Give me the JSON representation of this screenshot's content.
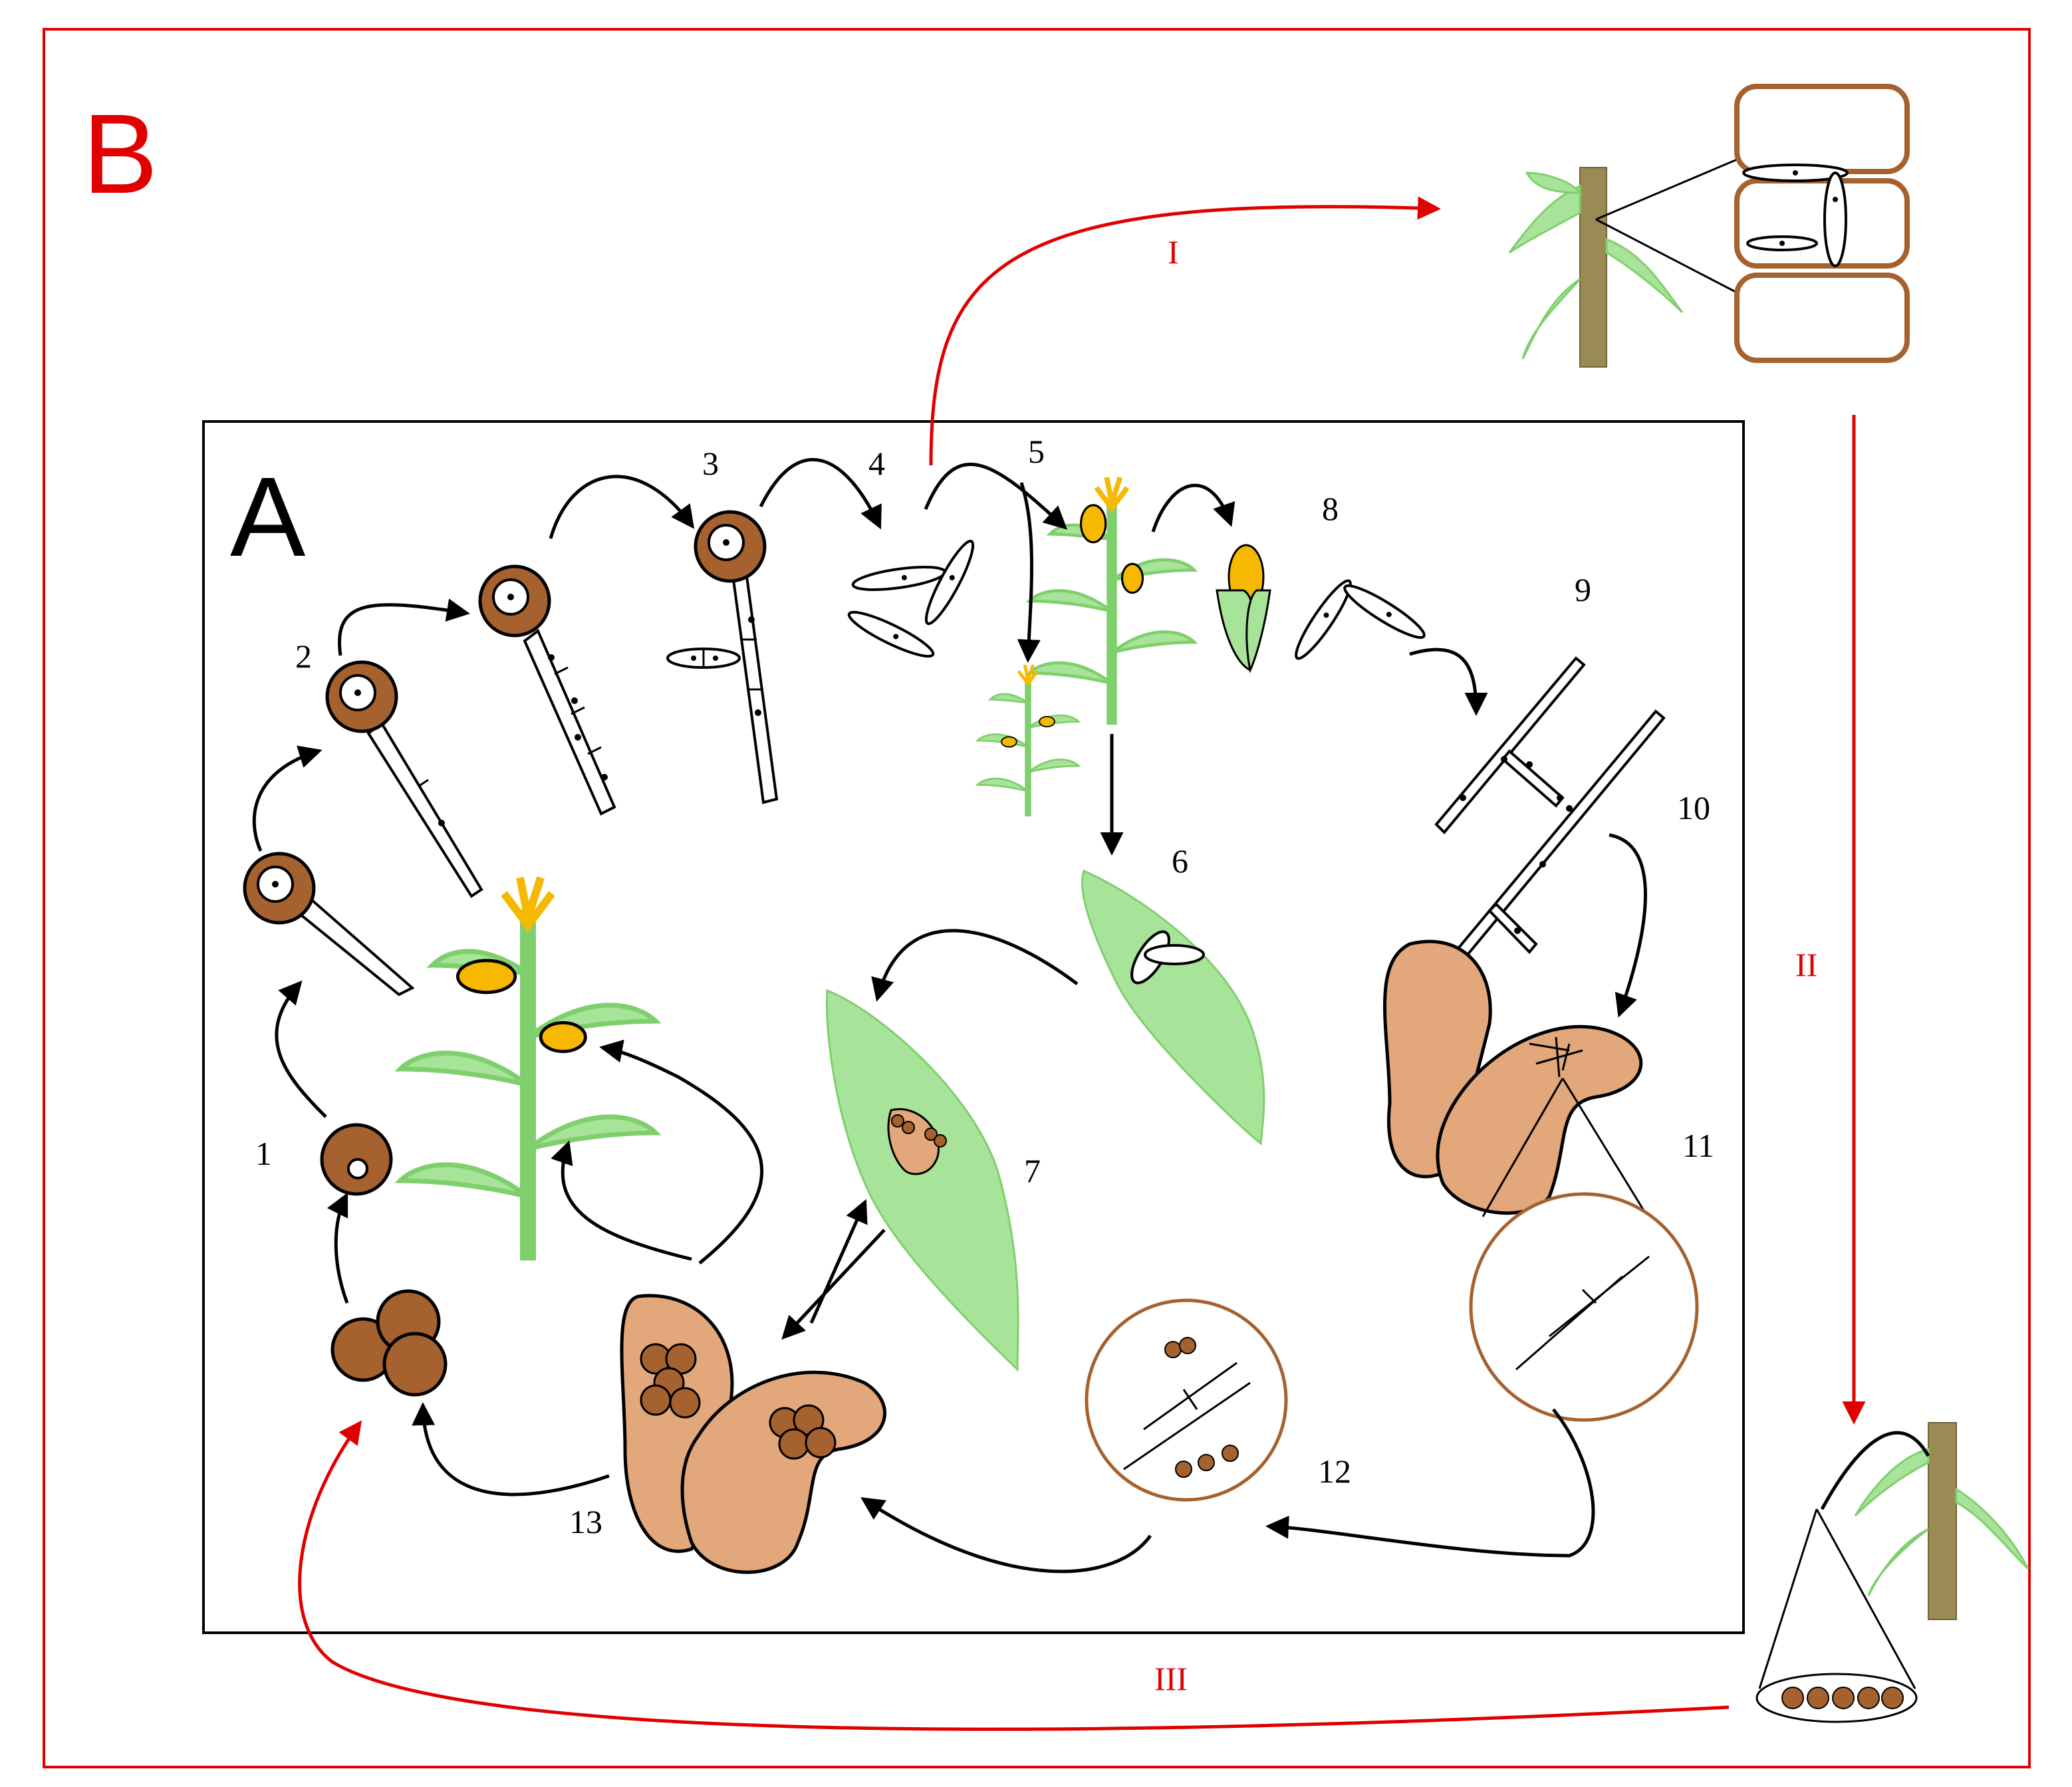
{
  "panels": {
    "outer": {
      "letter": "B",
      "color": "#e00000"
    },
    "inner": {
      "letter": "A",
      "color": "#000000"
    }
  },
  "steps": [
    {
      "id": "1",
      "label": "1"
    },
    {
      "id": "2",
      "label": "2"
    },
    {
      "id": "3",
      "label": "3"
    },
    {
      "id": "4",
      "label": "4"
    },
    {
      "id": "5",
      "label": "5"
    },
    {
      "id": "6",
      "label": "6"
    },
    {
      "id": "7",
      "label": "7"
    },
    {
      "id": "8",
      "label": "8"
    },
    {
      "id": "9",
      "label": "9"
    },
    {
      "id": "10",
      "label": "10"
    },
    {
      "id": "11",
      "label": "11"
    },
    {
      "id": "12",
      "label": "12"
    },
    {
      "id": "13",
      "label": "13"
    }
  ],
  "pathways": [
    {
      "id": "I",
      "label": "I",
      "color": "#e00000"
    },
    {
      "id": "II",
      "label": "II",
      "color": "#e00000"
    },
    {
      "id": "III",
      "label": "III",
      "color": "#e00000"
    }
  ],
  "colors": {
    "spore_brown": "#a5612e",
    "gall_tan": "#e2a77b",
    "leaf_green": "#a8e39a",
    "leaf_green_dark": "#7fcf6c",
    "tassel_yellow": "#f6b800",
    "stalk_olive": "#9a8b55",
    "cell_wall": "#a5612e"
  }
}
